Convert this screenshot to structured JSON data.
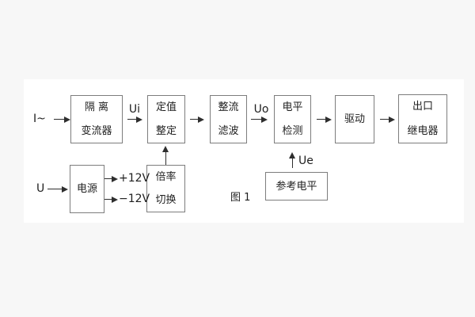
{
  "figure": {
    "caption": "图 1",
    "background": "#f7f7f7",
    "panel_background": "#ffffff",
    "border_color": "#7d7d7d",
    "line_color": "#2e2e2e",
    "text_color": "#1f1f1f"
  },
  "inputs": {
    "current": "I~",
    "voltage": "U"
  },
  "signals": {
    "ui": "Ui",
    "uo": "Uo",
    "ue": "Ue",
    "plus_12v": "+12V",
    "minus_12v": "−12V"
  },
  "blocks": {
    "isolation": {
      "line1": "隔 离",
      "line2": "变流器"
    },
    "setting": {
      "line1": "定值",
      "line2": "整定"
    },
    "rectifier": {
      "line1": "整流",
      "line2": "滤波"
    },
    "level": {
      "line1": "电平",
      "line2": "检测"
    },
    "drive": {
      "label": "驱动"
    },
    "relay": {
      "line1": "出口",
      "line2": "继电器"
    },
    "power": {
      "label": "电源"
    },
    "ratio": {
      "line1": "倍率",
      "line2": "切换"
    },
    "reference": {
      "label": "参考电平"
    }
  },
  "connections": [
    {
      "from": "I~",
      "to": "隔离变流器",
      "label": ""
    },
    {
      "from": "隔离变流器",
      "to": "定值整定",
      "label": "Ui"
    },
    {
      "from": "定值整定",
      "to": "整流滤波",
      "label": ""
    },
    {
      "from": "整流滤波",
      "to": "电平检测",
      "label": "Uo"
    },
    {
      "from": "电平检测",
      "to": "驱动",
      "label": ""
    },
    {
      "from": "驱动",
      "to": "出口继电器",
      "label": ""
    },
    {
      "from": "U",
      "to": "电源",
      "label": ""
    },
    {
      "from": "电源",
      "to": "+12V",
      "label": ""
    },
    {
      "from": "电源",
      "to": "−12V",
      "label": ""
    },
    {
      "from": "倍率切换",
      "to": "定值整定",
      "label": ""
    },
    {
      "from": "参考电平",
      "to": "电平检测",
      "label": "Ue"
    }
  ]
}
